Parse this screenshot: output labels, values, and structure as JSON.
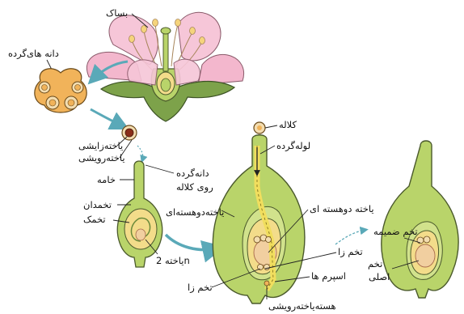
{
  "labels": {
    "stamen": "بساک",
    "pollen_grains": "دانه های‌گرده",
    "generative_cell": "یاخته‌زایشی",
    "vegetative_cell": "یاخته‌رویشی",
    "pollen_on_stigma": "دانه‌گرده",
    "pollen_on_stigma_2": "روی کلاله",
    "style": "خامه",
    "ovary": "تخمدان",
    "ovule": "تخمک",
    "cell_2n": "یاخته 2n",
    "egg_bottom": "تخم زا",
    "stigma": "کلاله",
    "pollen_tube": "لوله‌گرده",
    "binucleate_cell": "یاخته‌دوهسته‌ای",
    "binucleate_cell_2": "یاخته دوهسته ای",
    "egg_cell": "تخم زا",
    "sperms": "اسپرم ها",
    "vegetative_nucleus": "هسته‌یاخته‌رویشی",
    "endosperm_zygote": "تخم ضمیمه",
    "main_zygote": "تخم",
    "main_zygote_2": "اصلی"
  },
  "colors": {
    "petal": "#f6c6d8",
    "ovary_green": "#b9d46a",
    "ovary_outline": "#4b5a2c",
    "ovule_yellow": "#f3dc8a",
    "pollen_orange": "#f1b35a",
    "arrow_teal": "#5aa9b8",
    "tube_yellow": "#f1de5e"
  }
}
